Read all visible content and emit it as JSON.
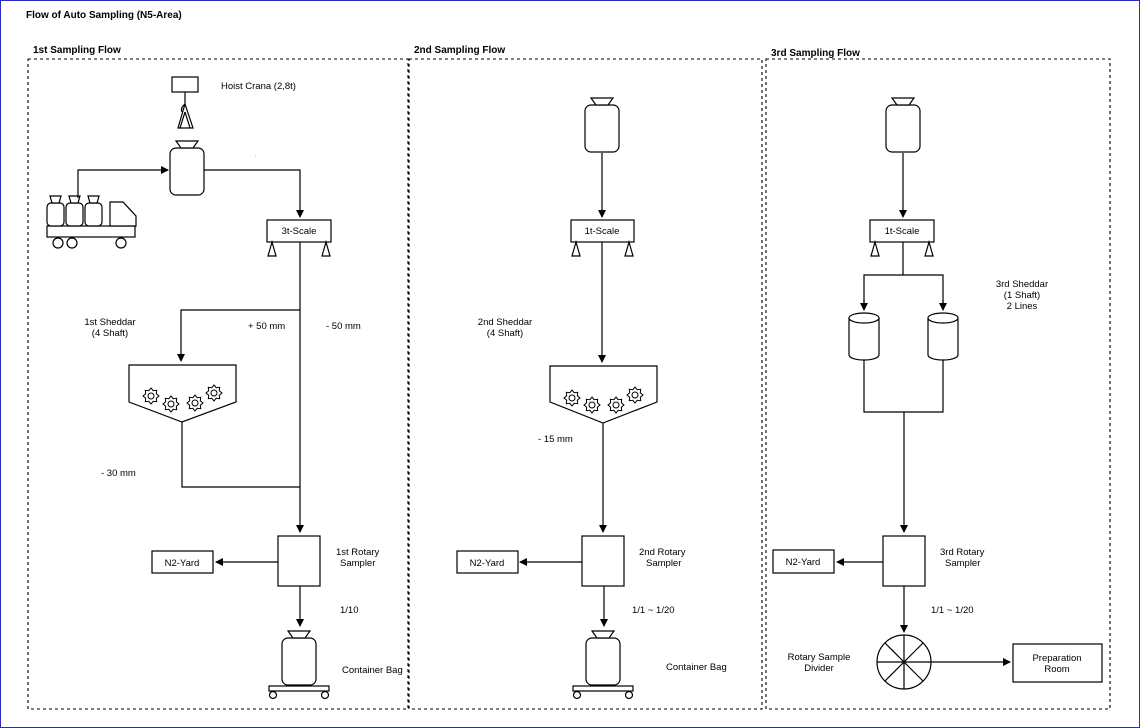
{
  "title": "Flow of Auto Sampling (N5-Area)",
  "sections": {
    "s1": "1st Sampling Flow",
    "s2": "2nd Sampling Flow",
    "s3": "3rd Sampling Flow"
  },
  "labels": {
    "hoist": "Hoist Crana (2,8t)",
    "scale1": "3t-Scale",
    "scale2": "1t-Scale",
    "scale3": "1t-Scale",
    "shredder1": [
      "1st Sheddar",
      "(4 Shaft)"
    ],
    "shredder2": [
      "2nd Sheddar",
      "(4 Shaft)"
    ],
    "shredder3": [
      "3rd Sheddar",
      "(1 Shaft)",
      "2 Lines"
    ],
    "plus50": "+ 50 mm",
    "minus50": "- 50 mm",
    "minus30": "- 30 mm",
    "minus15": "- 15 mm",
    "rotary1": [
      "1st Rotary",
      "Sampler"
    ],
    "rotary2": [
      "2nd Rotary",
      "Sampler"
    ],
    "rotary3": [
      "3rd Rotary",
      "Sampler"
    ],
    "yard1": "N2-Yard",
    "yard2": "N2-Yard",
    "yard3": "N2-Yard",
    "ratio1": "1/10",
    "ratio2": "1/1 ~ 1/20",
    "ratio3": "1/1 ~ 1/20",
    "container1": "Container Bag",
    "container2": "Container Bag",
    "divider": [
      "Rotary Sample",
      "Divider"
    ],
    "prep": [
      "Preparation",
      "Room"
    ]
  },
  "colors": {
    "frame": "#2b2bbf",
    "line": "#000000",
    "background": "#ffffff"
  }
}
